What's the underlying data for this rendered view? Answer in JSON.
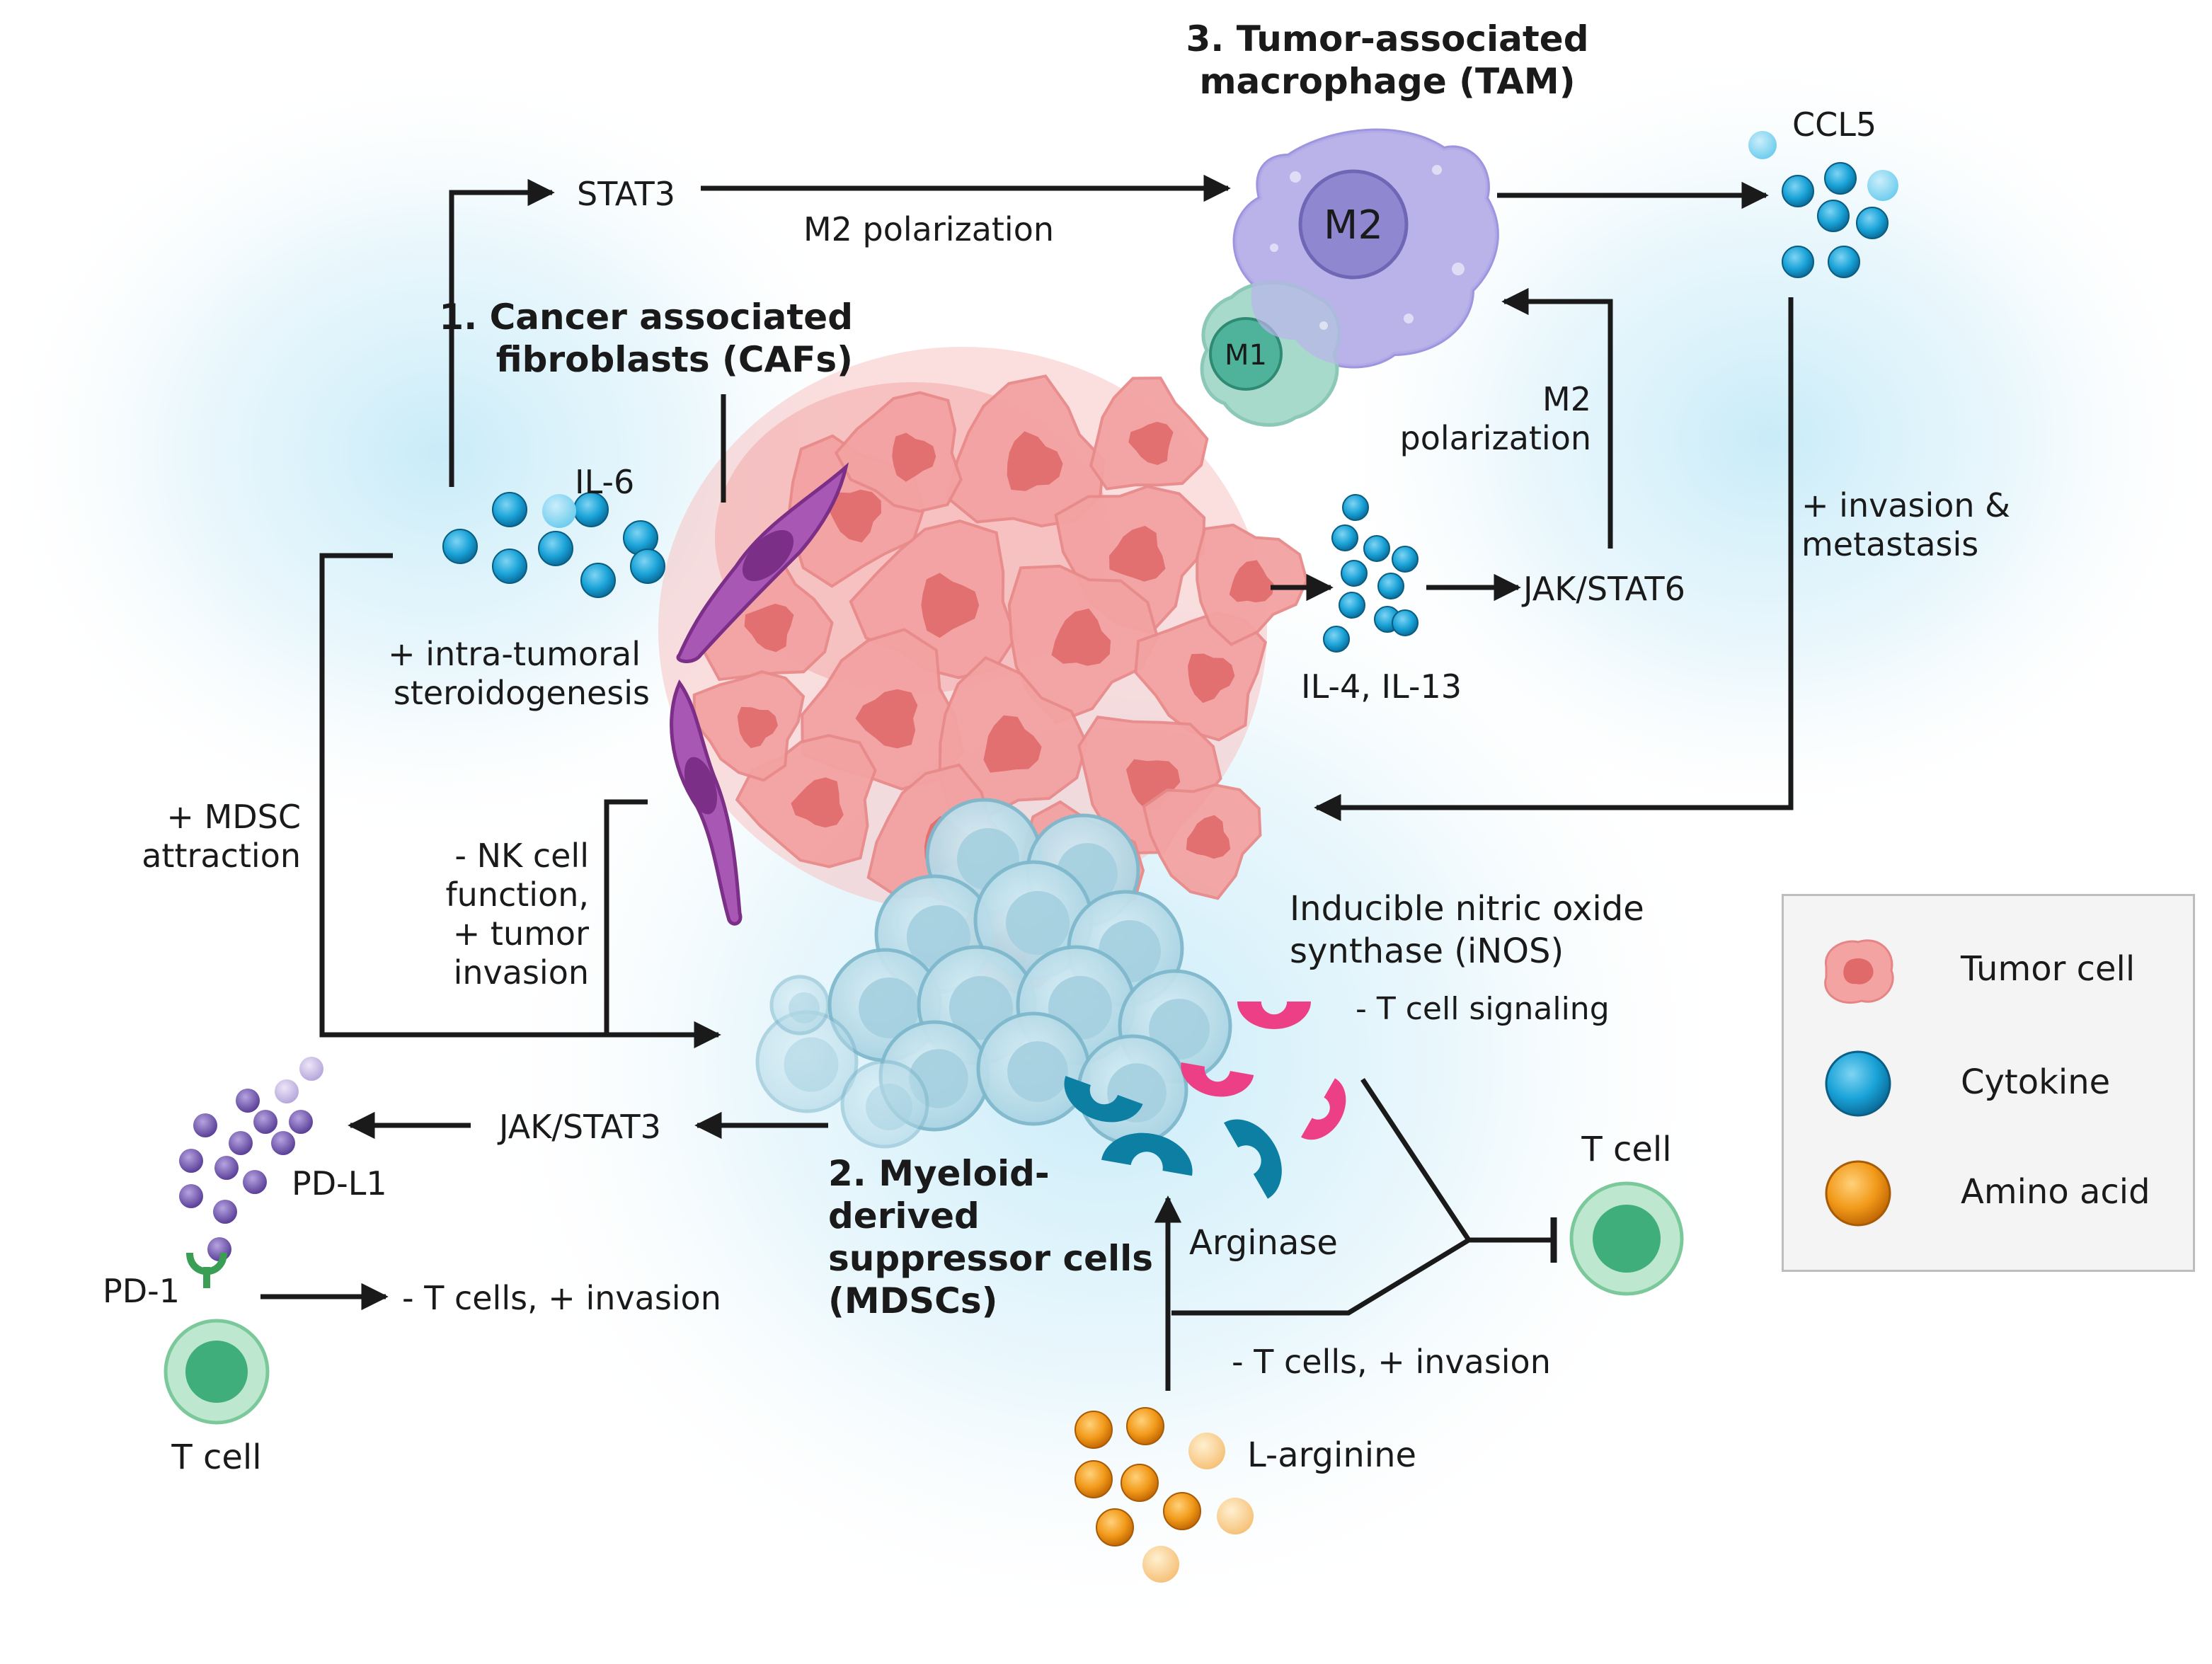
{
  "titles": {
    "caf": [
      "1. Cancer associated",
      "fibroblasts (CAFs)"
    ],
    "tam": [
      "3. Tumor-associated",
      "macrophage (TAM)"
    ],
    "mdsc": [
      "2. Myeloid-",
      "derived",
      "suppressor cells",
      "(MDSCs)"
    ]
  },
  "cells": {
    "m2": "M2",
    "m1": "M1"
  },
  "labels": {
    "stat3": "STAT3",
    "m2_polarization_top": "M2 polarization",
    "ccl5": "CCL5",
    "il6": "IL-6",
    "m2_polarization_right": [
      "M2",
      "polarization"
    ],
    "invasion_metastasis": [
      "+ invasion &",
      "metastasis"
    ],
    "jak_stat6": "JAK/STAT6",
    "il4_il13": "IL-4, IL-13",
    "steroidogenesis": [
      "+ intra-tumoral",
      "steroidogenesis"
    ],
    "mdsc_attraction": [
      "+ MDSC",
      "attraction"
    ],
    "nk_cell": [
      "- NK cell",
      "function,",
      "+ tumor",
      "invasion"
    ],
    "inos": [
      "Inducible nitric oxide",
      "synthase (iNOS)"
    ],
    "t_cell_signaling": "- T cell signaling",
    "jak_stat3": "JAK/STAT3",
    "pd_l1": "PD-L1",
    "pd_1": "PD-1",
    "t_cells_invasion_left": "- T cells, + invasion",
    "t_cell_left": "T cell",
    "t_cell_right": "T cell",
    "arginase": "Arginase",
    "t_cells_invasion_bottom": "- T cells, + invasion",
    "l_arginine": "L-arginine"
  },
  "legend": {
    "items": [
      {
        "label": "Tumor cell",
        "icon": "tumor-cell-icon",
        "color": "#f08a8a"
      },
      {
        "label": "Cytokine",
        "icon": "cytokine-icon",
        "color": "#1a9fd6"
      },
      {
        "label": "Amino acid",
        "icon": "amino-acid-icon",
        "color": "#f0920c"
      }
    ]
  },
  "colors": {
    "tumor": "#f4a3a3",
    "tumor_nucleus": "#e06a6a",
    "cytokine": "#1aa3d8",
    "tam": "#b7b2ea",
    "m1": "#9fd6c7",
    "mdsc": "#b9dde8",
    "arginase": "#0c7fa3",
    "inos": "#ec3f86",
    "amino": "#ef9a1e",
    "pdl1": "#7b5fb3",
    "tcell": "#4fbb86",
    "caf": "#9b4aa6",
    "arrow": "#1a1a1a"
  }
}
